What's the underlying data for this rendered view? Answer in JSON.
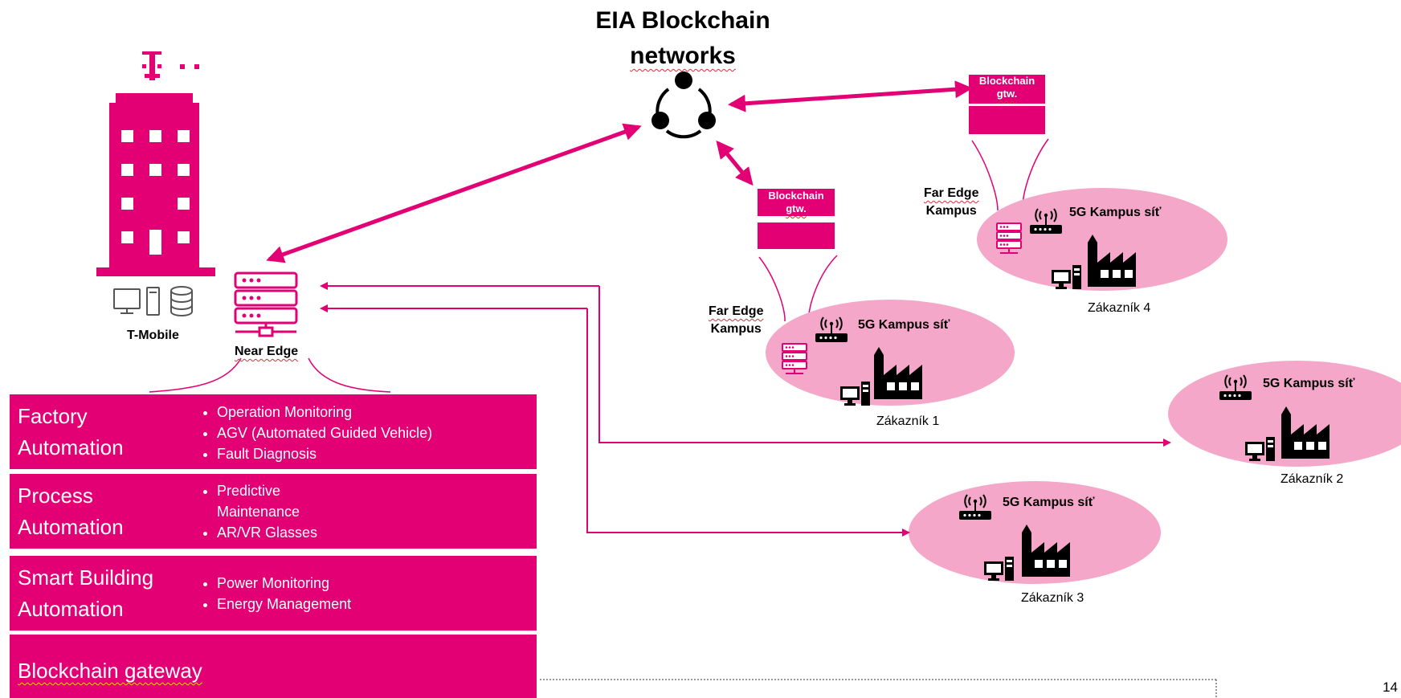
{
  "title": {
    "line1": "EIA Blockchain",
    "line2": "networks"
  },
  "brand": {
    "logo_text": "T · · ·",
    "name": "T-Mobile"
  },
  "near_edge": {
    "label": "Near Edge"
  },
  "gateways": [
    {
      "line1": "Blockchain",
      "line2": "gtw."
    },
    {
      "line1": "Blockchain",
      "line2": "gtw."
    }
  ],
  "far_edge": [
    {
      "line1": "Far Edge",
      "line2": "Kampus"
    },
    {
      "line1": "Far Edge",
      "line2": "Kampus"
    }
  ],
  "customers": [
    {
      "network": "5G Kampus síť",
      "name": "Zákazník 1"
    },
    {
      "network": "5G Kampus síť",
      "name": "Zákazník 2"
    },
    {
      "network": "5G Kampus síť",
      "name": "Zákazník 3"
    },
    {
      "network": "5G Kampus síť",
      "name": "Zákazník 4"
    }
  ],
  "use_cases": [
    {
      "heading_line1": "Factory",
      "heading_line2": "Automation",
      "items": [
        "Operation Monitoring",
        "AGV (Automated Guided Vehicle)",
        "Fault Diagnosis"
      ]
    },
    {
      "heading_line1": "Process",
      "heading_line2": "Automation",
      "items": [
        "Predictive",
        "Maintenance",
        "AR/VR Glasses"
      ]
    },
    {
      "heading_line1": "Smart Building",
      "heading_line2": "Automation",
      "items": [
        "Power Monitoring",
        "Energy Management"
      ]
    }
  ],
  "gateway_band": {
    "label": "Blockchain gateway"
  },
  "page_number": "14",
  "colors": {
    "magenta": "#e20074",
    "pink_ellipse": "#f5a7c9",
    "dark": "#000000"
  }
}
